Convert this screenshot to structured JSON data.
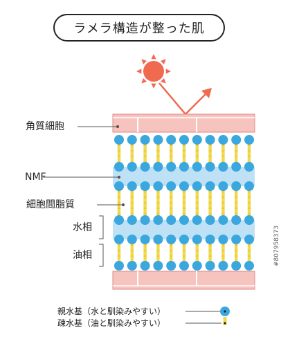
{
  "title": "ラメラ構造が整った肌",
  "labels": {
    "stratum_corneum": "角質細胞",
    "nmf": "NMF",
    "intercellular_lipid": "細胞間脂質",
    "water_phase": "水相",
    "oil_phase": "油相"
  },
  "legend": {
    "hydrophilic": "親水基（水と馴染みやすい）",
    "hydrophobic": "疎水基（油と馴染みやすい）"
  },
  "watermark": "#807958373",
  "colors": {
    "sun": "#f06a50",
    "cell_fill": "#f6c3bf",
    "cell_line": "#e08a84",
    "water": "#bfe1f5",
    "head": "#3aa7df",
    "tail": "#f2d94a",
    "line": "#555555"
  }
}
